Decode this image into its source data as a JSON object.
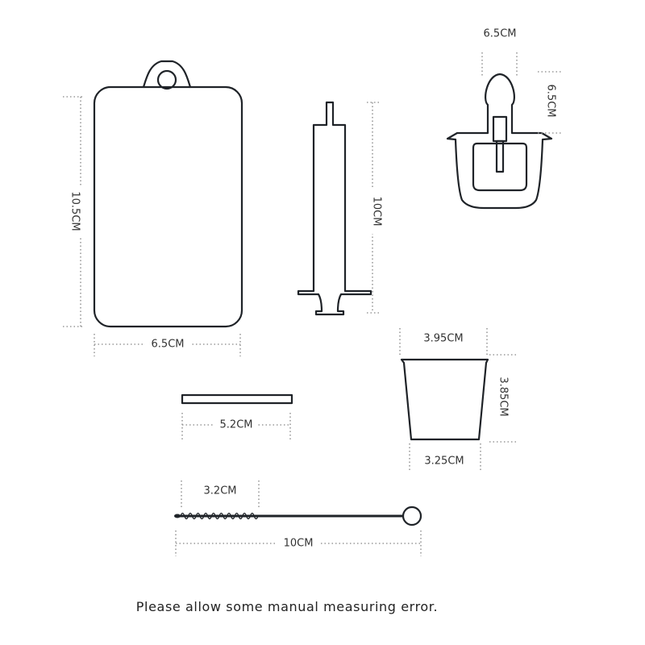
{
  "items": {
    "bag": {
      "width_label": "6.5CM",
      "height_label": "10.5CM"
    },
    "syringe": {
      "height_label": "10CM"
    },
    "clamp": {
      "width_label": "6.5CM",
      "height_label": "6.5CM"
    },
    "strip": {
      "width_label": "5.2CM"
    },
    "cup": {
      "top_label": "3.95CM",
      "height_label": "3.85CM",
      "bottom_label": "3.25CM"
    },
    "brush": {
      "bristle_label": "3.2CM",
      "length_label": "10CM"
    }
  },
  "note": "Please allow some manual measuring error."
}
